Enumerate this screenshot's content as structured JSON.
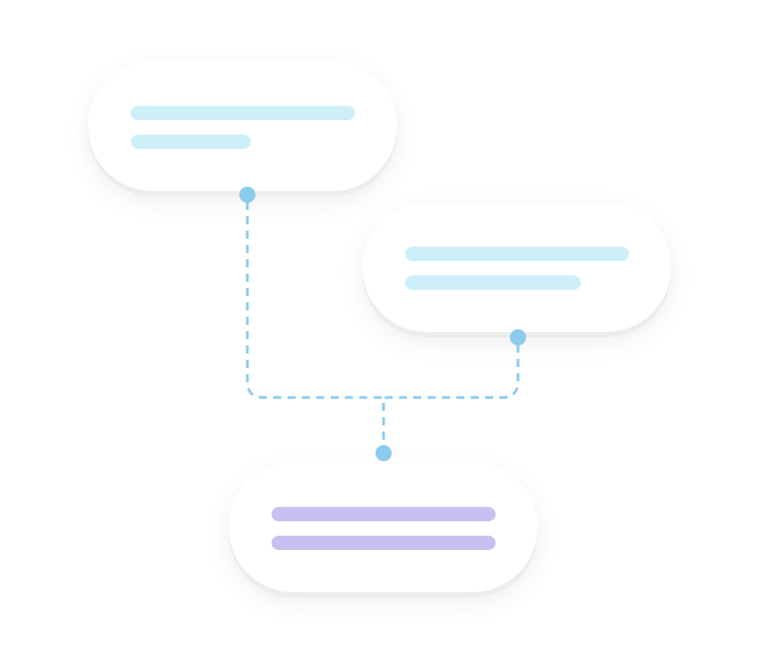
{
  "colors": {
    "node_background": "#ffffff",
    "placeholder_blue": "#cdeff9",
    "placeholder_purple": "#c7c0f0",
    "connector": "#8bcbee"
  },
  "nodes": [
    {
      "id": "top-left",
      "placeholder_color": "blue",
      "lines": 2
    },
    {
      "id": "right",
      "placeholder_color": "blue",
      "lines": 2
    },
    {
      "id": "bottom",
      "placeholder_color": "purple",
      "lines": 2
    }
  ],
  "edges": [
    {
      "from": "top-left",
      "to": "bottom",
      "style": "dashed"
    },
    {
      "from": "right",
      "to": "bottom",
      "style": "dashed"
    }
  ]
}
